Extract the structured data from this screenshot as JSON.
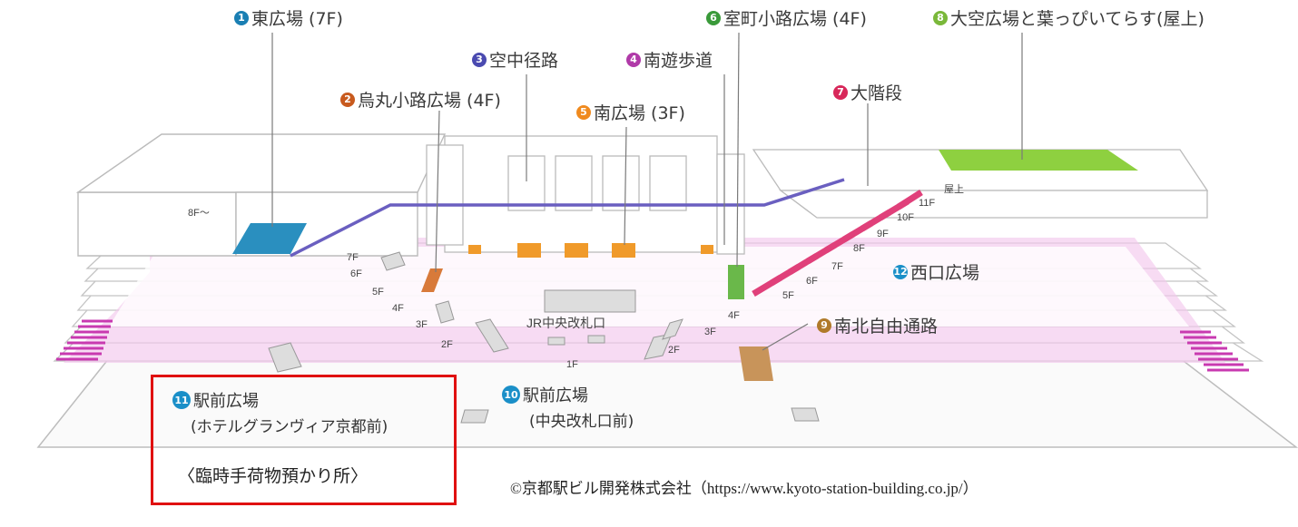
{
  "places": [
    {
      "num": "1",
      "name": "東広場 (7F)",
      "color": "#1a7fb3"
    },
    {
      "num": "2",
      "name": "烏丸小路広場 (4F)",
      "color": "#c85a1e"
    },
    {
      "num": "3",
      "name": "空中径路",
      "color": "#4a4ab0"
    },
    {
      "num": "4",
      "name": "南遊歩道",
      "color": "#b03aa8"
    },
    {
      "num": "5",
      "name": "南広場 (3F)",
      "color": "#f08a1e"
    },
    {
      "num": "6",
      "name": "室町小路広場 (4F)",
      "color": "#3a9a3a"
    },
    {
      "num": "7",
      "name": "大階段",
      "color": "#d8285a"
    },
    {
      "num": "8",
      "name": "大空広場と葉っぴいてらす(屋上)",
      "color": "#7ab83a"
    },
    {
      "num": "9",
      "name": "南北自由通路",
      "color": "#b07a2a"
    },
    {
      "num": "10",
      "name": "駅前広場",
      "sub": "(中央改札口前)",
      "color": "#1a8fc8"
    },
    {
      "num": "11",
      "name": "駅前広場",
      "sub": "(ホテルグランヴィア京都前)",
      "color": "#1a8fc8"
    },
    {
      "num": "12",
      "name": "西口広場",
      "color": "#1a8fc8"
    }
  ],
  "floor_labels": {
    "f8plus": "8F〜",
    "left": [
      "7F",
      "6F",
      "5F",
      "4F",
      "3F",
      "2F"
    ],
    "right": [
      "屋上",
      "11F",
      "10F",
      "9F",
      "8F",
      "7F",
      "6F",
      "5F",
      "4F",
      "3F",
      "2F"
    ],
    "ground": "1F"
  },
  "jr_gate": "JR中央改札口",
  "highlight_note": "〈臨時手荷物預かり所〉",
  "copyright": "©京都駅ビル開発株式会社（https://www.kyoto-station-building.co.jp/）",
  "colors": {
    "east_plaza": "#2a8fbf",
    "sky_path": "#6a5fc0",
    "south_walk": "#f0b8e8",
    "south_plaza": "#f09a2a",
    "muromachi": "#6ab84a",
    "grand_stairs": "#e0407a",
    "rooftop": "#8ed040",
    "free_passage": "#c8945a",
    "highlight_border": "#e01010"
  }
}
